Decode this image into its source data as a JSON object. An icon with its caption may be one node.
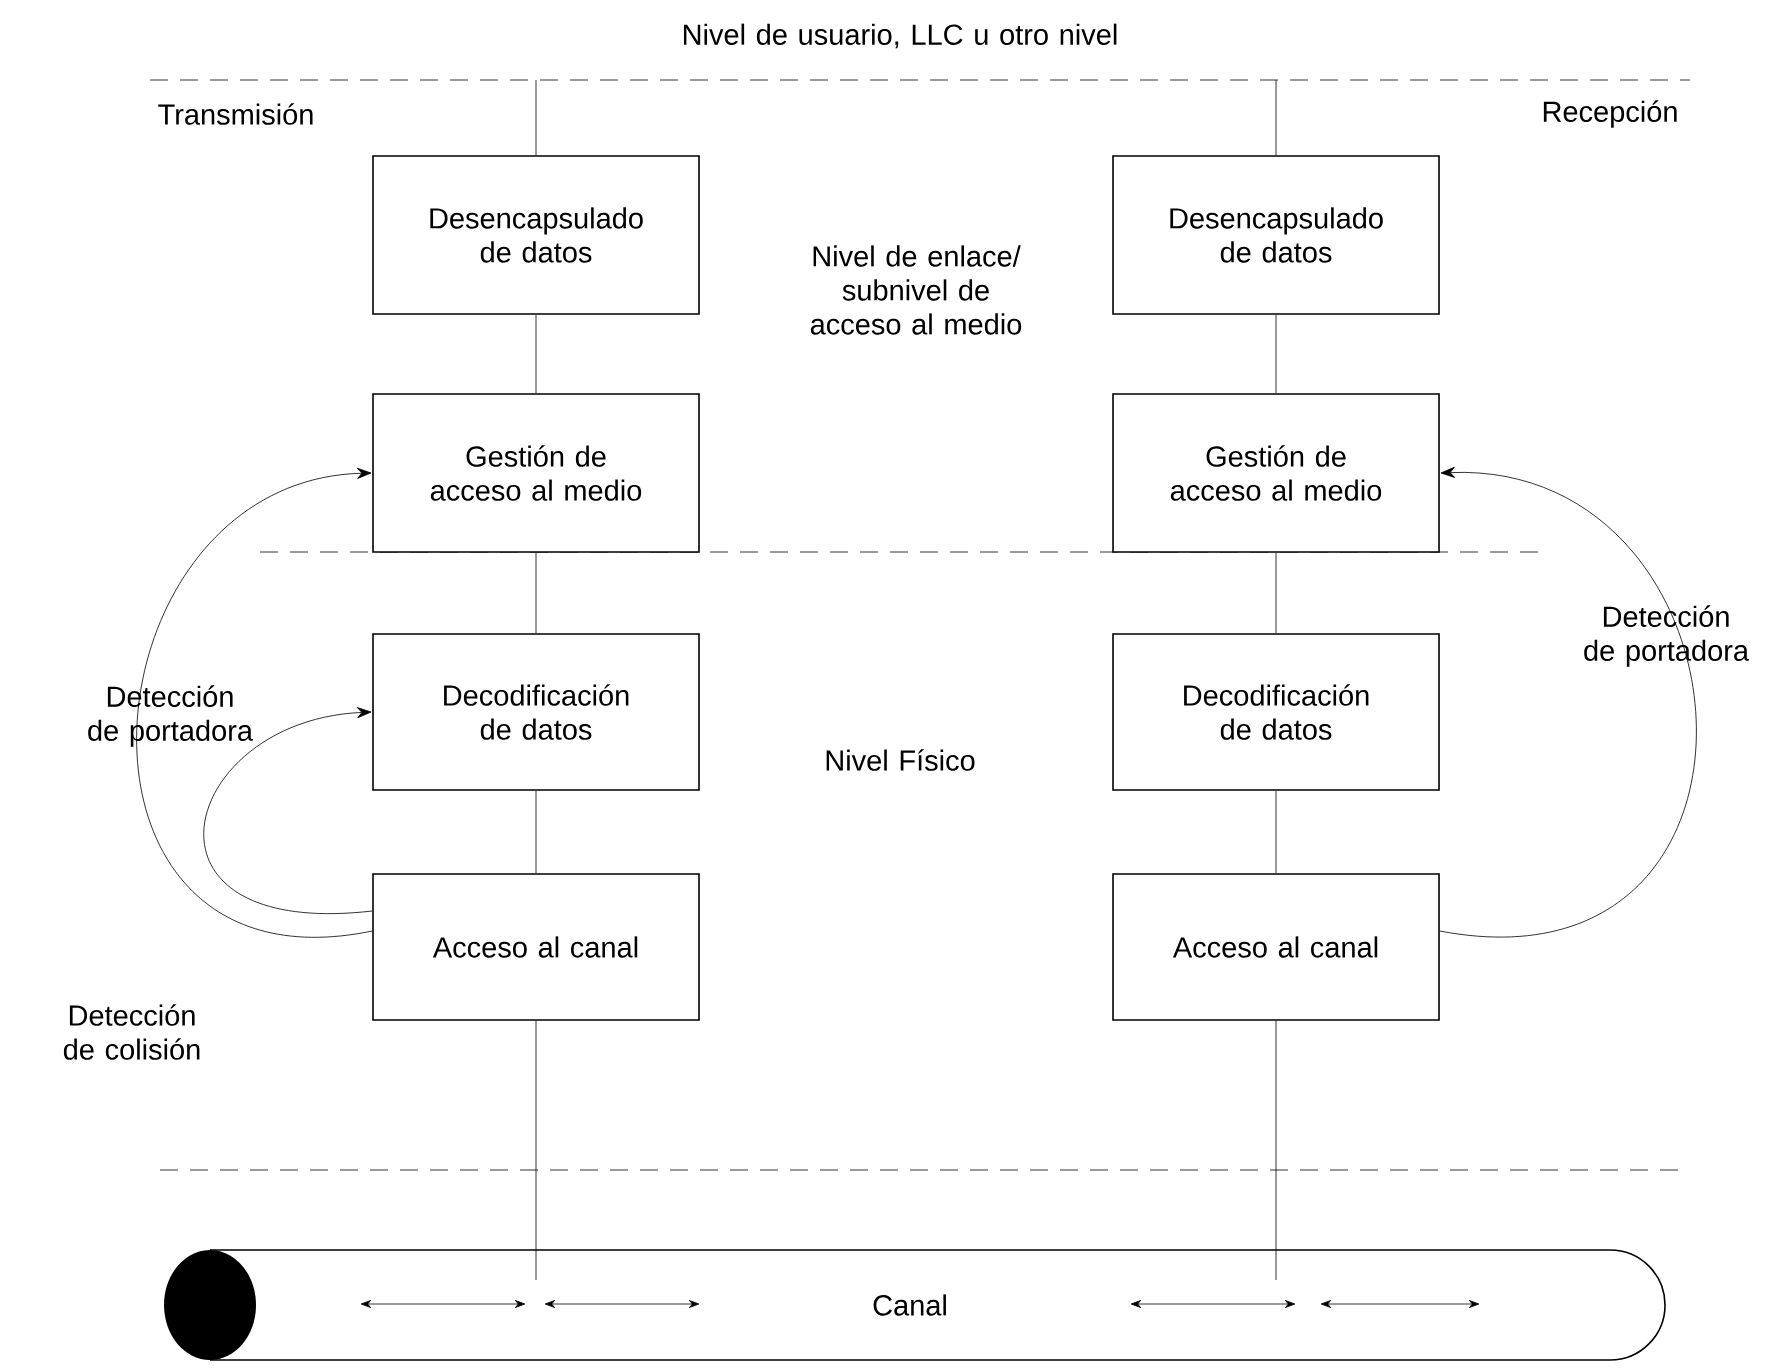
{
  "diagram": {
    "nodes": [
      {
        "text": [
          "Desencapsulado de datos"
        ]
      },
      {
        "text": [
          "Gestión de acceso al medio"
        ]
      },
      {
        "text": [
          "Decodificación de datos"
        ]
      },
      {
        "text": [
          "Acceso al canal"
        ]
      },
      {
        "text": [
          "Desencapsulado de datos"
        ]
      },
      {
        "text": [
          "Gestión de acceso al medio"
        ]
      },
      {
        "text": [
          "Decodificación de datos"
        ]
      },
      {
        "text": [
          "Acceso al canal"
        ]
      },
      {
        "text": [
          "Canal"
        ]
      }
    ],
    "edges": [
      {
        "from": null,
        "to": 0,
        "arrow": "none"
      },
      {
        "from": 0,
        "to": 1,
        "arrow": "none"
      },
      {
        "from": 1,
        "to": 2,
        "arrow": "none"
      },
      {
        "from": 2,
        "to": 3,
        "arrow": "none"
      },
      {
        "from": 3,
        "to": 8,
        "arrow": "none"
      },
      {
        "from": null,
        "to": 4,
        "arrow": "none"
      },
      {
        "from": 4,
        "to": 5,
        "arrow": "none"
      },
      {
        "from": 5,
        "to": 6,
        "arrow": "none"
      },
      {
        "from": 6,
        "to": 7,
        "arrow": "none"
      },
      {
        "from": 7,
        "to": 8,
        "arrow": "none"
      },
      {
        "from": 3,
        "to": 1,
        "arrow": "to"
      },
      {
        "from": 3,
        "to": 2,
        "arrow": "to"
      },
      {
        "from": 7,
        "to": 5,
        "arrow": "to"
      }
    ],
    "labels": [
      "Nivel de usuario, LLC u otro nivel",
      "Transmisión",
      "Recepción",
      "Nivel de enlace/ subnivel de acceso al medio",
      "Detección de portadora",
      "Detección de portadora",
      "Nivel Físico",
      "Detección de colisión"
    ]
  }
}
